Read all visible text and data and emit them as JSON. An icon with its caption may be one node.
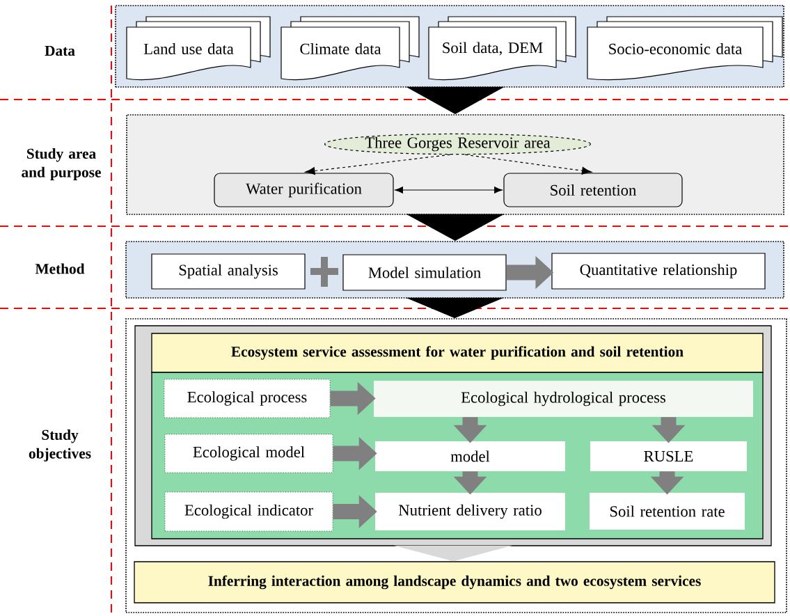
{
  "diagram": {
    "nodes": [
      {
        "text": [],
        "shape": "box"
      },
      {
        "text": [
          "Land use data"
        ],
        "in": 0
      },
      {
        "text": [
          "Climate data"
        ],
        "in": 0
      },
      {
        "text": [
          "Soil data, DEM"
        ],
        "in": 0
      },
      {
        "text": [
          "Socio-economic data"
        ],
        "in": 0
      },
      {
        "text": [],
        "shape": "box"
      },
      {
        "text": [
          "Three Gorges Reservoir area"
        ],
        "in": 5
      },
      {
        "text": [
          "Water purification"
        ],
        "in": 5
      },
      {
        "text": [
          "Soil retention"
        ],
        "in": 5
      },
      {
        "text": [],
        "shape": "box"
      },
      {
        "text": [
          "Spatial analysis"
        ],
        "in": 9
      },
      {
        "text": [
          "Model simulation"
        ],
        "in": 9
      },
      {
        "text": [
          "Quantitative relationship"
        ],
        "in": 9
      },
      {
        "text": [],
        "shape": "box"
      },
      {
        "text": [],
        "shape": "box",
        "in": 13
      },
      {
        "text": [
          "Ecosystem service assessment for water purification and soil retention"
        ],
        "in": 14
      },
      {
        "text": [],
        "shape": "box",
        "in": 14
      },
      {
        "text": [
          "Ecological process"
        ],
        "in": 16
      },
      {
        "text": [
          "Ecological hydrological process"
        ],
        "in": 16
      },
      {
        "text": [
          "Ecological model"
        ],
        "in": 16
      },
      {
        "text": [
          "model"
        ],
        "in": 16
      },
      {
        "text": [
          "RUSLE"
        ],
        "in": 16
      },
      {
        "text": [
          "Ecological indicator"
        ],
        "in": 16
      },
      {
        "text": [
          "Nutrient delivery ratio"
        ],
        "in": 16
      },
      {
        "text": [
          "Soil retention rate"
        ],
        "in": 16
      },
      {
        "text": [
          "Inferring interaction among landscape dynamics and two ecosystem services"
        ],
        "in": 13
      }
    ],
    "edges": [
      {
        "from": 0,
        "to": 5,
        "arrow": "to",
        "color": "#000000"
      },
      {
        "from": 5,
        "to": 9,
        "arrow": "to",
        "color": "#000000"
      },
      {
        "from": 9,
        "to": 13,
        "arrow": "to",
        "color": "#000000"
      },
      {
        "from": 6,
        "to": 7,
        "arrow": "to",
        "style": "dashed",
        "color": "#000000"
      },
      {
        "from": 6,
        "to": 8,
        "arrow": "to",
        "style": "dashed",
        "color": "#000000"
      },
      {
        "from": 7,
        "to": 8,
        "arrow": "both",
        "color": "#000000"
      },
      {
        "from": 11,
        "to": 12,
        "arrow": "to"
      },
      {
        "from": 17,
        "to": 18,
        "arrow": "to"
      },
      {
        "from": 19,
        "to": 20,
        "arrow": "to"
      },
      {
        "from": 22,
        "to": 23,
        "arrow": "to"
      },
      {
        "from": 18,
        "to": 20,
        "arrow": "to"
      },
      {
        "from": 18,
        "to": 21,
        "arrow": "to"
      },
      {
        "from": 20,
        "to": 23,
        "arrow": "to"
      },
      {
        "from": 21,
        "to": 24,
        "arrow": "to"
      },
      {
        "from": 14,
        "to": 25,
        "arrow": "to",
        "style": "thick",
        "color": "#d9d9d9"
      }
    ],
    "labels": [
      "Data",
      "Study area and purpose",
      "Method",
      "Study objectives"
    ]
  }
}
